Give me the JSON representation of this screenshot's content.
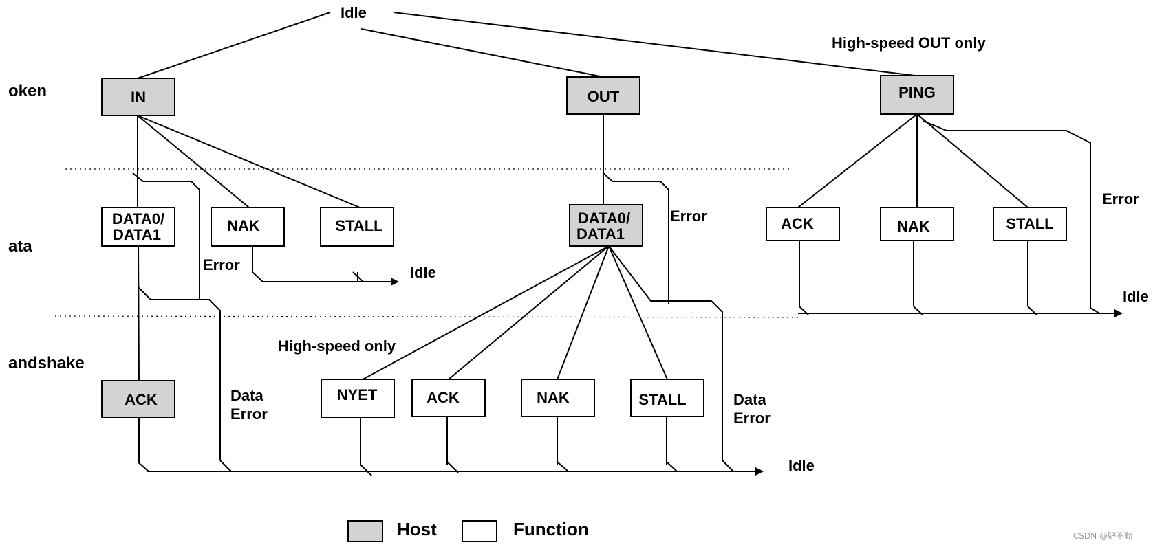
{
  "phases": {
    "token": "oken",
    "data": "ata",
    "handshake": "andshake"
  },
  "nodes": {
    "in": "IN",
    "out": "OUT",
    "ping": "PING",
    "in_data_line1": "DATA0/",
    "in_data_line2": "DATA1",
    "in_nak": "NAK",
    "in_stall": "STALL",
    "out_data_line1": "DATA0/",
    "out_data_line2": "DATA1",
    "ping_ack": "ACK",
    "ping_nak": "NAK",
    "ping_stall": "STALL",
    "in_ack": "ACK",
    "out_nyet": "NYET",
    "out_ack": "ACK",
    "out_nak": "NAK",
    "out_stall": "STALL"
  },
  "labels": {
    "idle_top": "Idle",
    "idle_in": "Idle",
    "idle_ping": "Idle",
    "idle_bottom": "Idle",
    "high_speed_out_only": "High-speed OUT only",
    "high_speed_only": "High-speed only",
    "in_error": "Error",
    "out_error": "Error",
    "ping_error": "Error",
    "in_data_error_1": "Data",
    "in_data_error_2": "Error",
    "out_data_error_1": "Data",
    "out_data_error_2": "Error"
  },
  "legend": {
    "host": "Host",
    "function": "Function",
    "host_color": "#d3d3d3",
    "function_color": "#ffffff"
  },
  "watermark": "CSDN @驴不勤"
}
